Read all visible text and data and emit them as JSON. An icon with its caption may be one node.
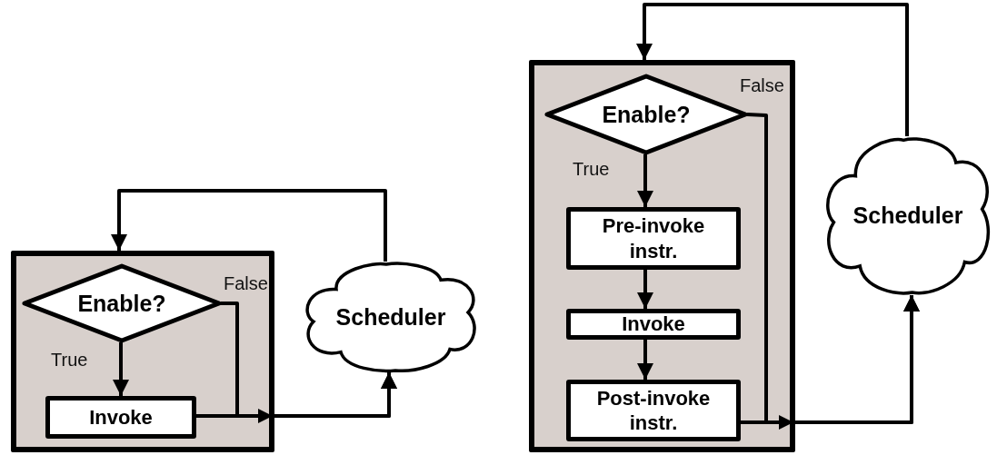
{
  "diagram": {
    "nodes": [
      {
        "text": [],
        "shape": "box"
      },
      {
        "text": [
          "Enable?"
        ],
        "in": 0
      },
      {
        "text": [
          "Invoke"
        ],
        "in": 0
      },
      {
        "text": [
          "Scheduler"
        ]
      },
      {
        "text": [],
        "shape": "box"
      },
      {
        "text": [
          "Enable?"
        ],
        "in": 4
      },
      {
        "text": [
          "Pre-invoke instr."
        ],
        "in": 4
      },
      {
        "text": [
          "Invoke"
        ],
        "in": 4
      },
      {
        "text": [
          "Post-invoke instr."
        ],
        "in": 4
      },
      {
        "text": [
          "Scheduler"
        ]
      }
    ],
    "edges": [
      {
        "from": 3,
        "to": 0,
        "arrow": "to"
      },
      {
        "from": 1,
        "to": 2,
        "arrow": "to",
        "label": "True"
      },
      {
        "from": 1,
        "to": 3,
        "arrow": "to",
        "label": "False"
      },
      {
        "from": 2,
        "to": 3,
        "arrow": "to"
      },
      {
        "from": 9,
        "to": 4,
        "arrow": "to"
      },
      {
        "from": 5,
        "to": 6,
        "arrow": "to",
        "label": "True"
      },
      {
        "from": 6,
        "to": 7,
        "arrow": "to"
      },
      {
        "from": 7,
        "to": 8,
        "arrow": "to"
      },
      {
        "from": 5,
        "to": 9,
        "arrow": "to",
        "label": "False"
      },
      {
        "from": 8,
        "to": 9,
        "arrow": "to"
      }
    ]
  }
}
